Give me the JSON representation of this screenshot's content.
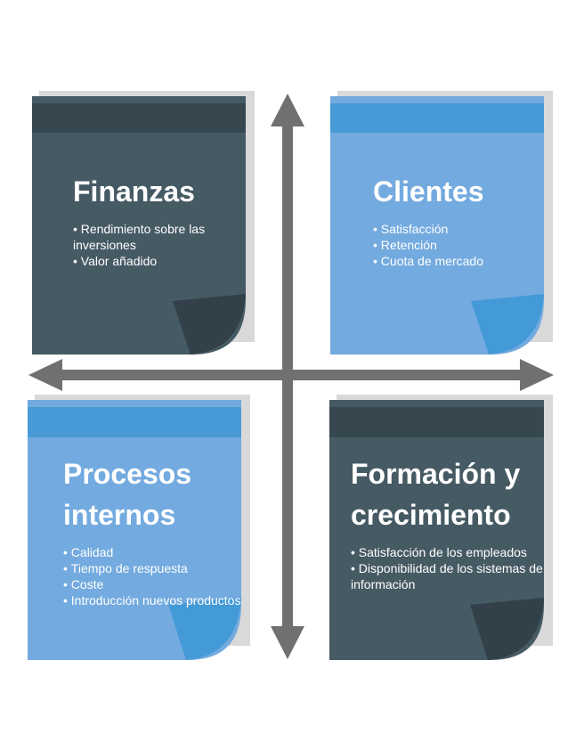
{
  "colors": {
    "dark_card": "#465a64",
    "dark_band": "#37474f",
    "dark_fold": "#324049",
    "light_card": "#73aadf",
    "light_band": "#489ad6",
    "light_fold": "#449ad7",
    "arrow": "#707070",
    "shadow": "#d9d9d9"
  },
  "quadrants": {
    "finanzas": {
      "title": "Finanzas",
      "items": [
        "Rendimiento sobre las inversiones",
        "Valor añadido"
      ]
    },
    "clientes": {
      "title": "Clientes",
      "items": [
        "Satisfacción",
        "Retención",
        "Cuota de mercado"
      ]
    },
    "procesos": {
      "title_line1": "Procesos",
      "title_line2": "internos",
      "items": [
        "Calidad",
        "Tiempo de respuesta",
        "Coste",
        "Introducción nuevos productos"
      ]
    },
    "formacion": {
      "title_line1": "Formación y",
      "title_line2": "crecimiento",
      "items": [
        "Satisfacción de los empleados",
        "Disponibilidad de los sistemas de información"
      ]
    }
  },
  "arrows": {
    "icon_horizontal": "double-arrow-horizontal-icon",
    "icon_vertical": "double-arrow-vertical-icon"
  }
}
